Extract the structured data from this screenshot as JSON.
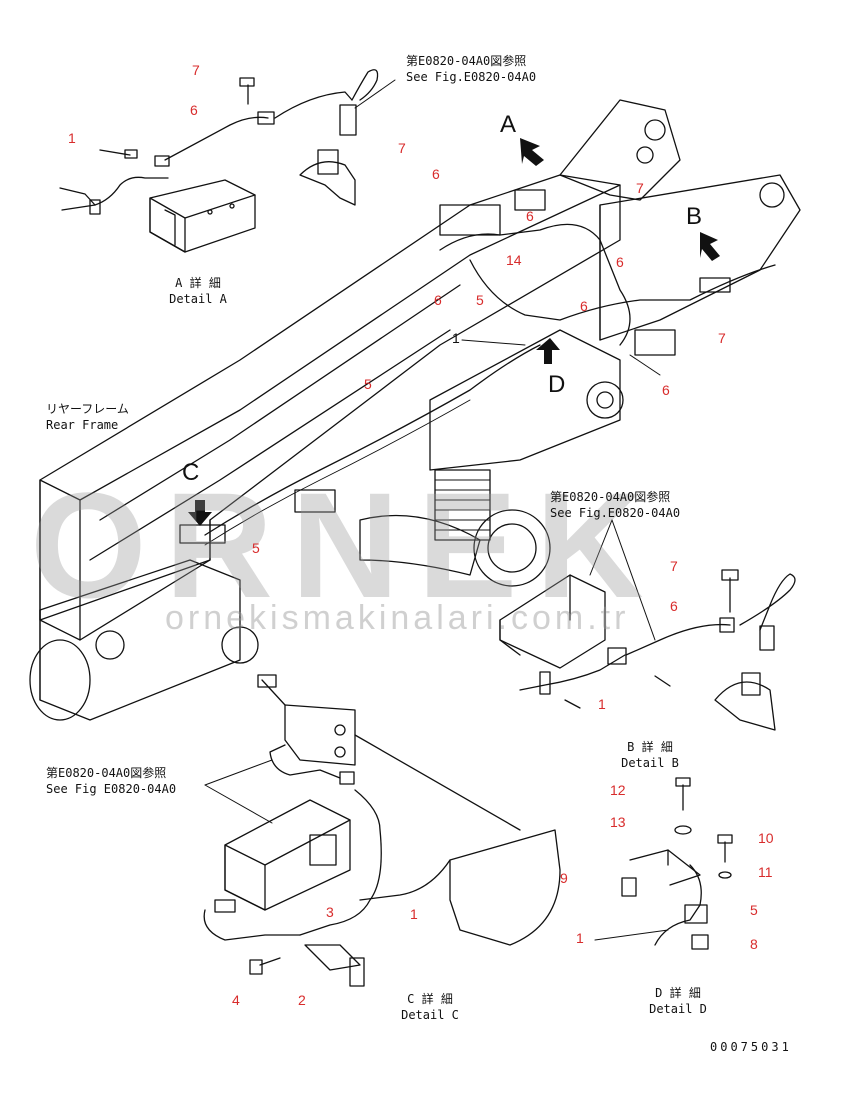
{
  "watermark": {
    "brand": "ORNEK",
    "url": "ornekismakinalari.com.tr"
  },
  "drawing_no": "00075031",
  "view_letters": [
    "A",
    "B",
    "C",
    "D"
  ],
  "references": {
    "top": {
      "jp": "第E0820-04A0図参照",
      "en": "See Fig.E0820-04A0"
    },
    "mid": {
      "jp": "第E0820-04A0図参照",
      "en": "See Fig.E0820-04A0"
    },
    "left": {
      "jp": "第E0820-04A0図参照",
      "en": "See Fig E0820-04A0"
    }
  },
  "frame_label": {
    "jp": "リヤーフレーム",
    "en": "Rear Frame"
  },
  "details": {
    "A": {
      "jp": "A 詳 細",
      "en": "Detail A"
    },
    "B": {
      "jp": "B 詳 細",
      "en": "Detail B"
    },
    "C": {
      "jp": "C 詳 細",
      "en": "Detail C"
    },
    "D": {
      "jp": "D 詳 細",
      "en": "Detail D"
    }
  },
  "callouts": {
    "a7": "7",
    "a6": "6",
    "a1": "1",
    "m7a": "7",
    "m6a": "6",
    "m6b": "6",
    "m14": "14",
    "m5a": "5",
    "m6c": "6",
    "m6d": "6",
    "m1": "1",
    "m6e": "6",
    "m7b": "7",
    "m7c": "7",
    "m6f": "6",
    "m5b": "5",
    "m5c": "5",
    "b7": "7",
    "b6": "6",
    "b1": "1",
    "c3": "3",
    "c1": "1",
    "c4": "4",
    "c2": "2",
    "d12": "12",
    "d13": "13",
    "d10": "10",
    "d11": "11",
    "d9": "9",
    "d5": "5",
    "d1": "1",
    "d8": "8"
  }
}
